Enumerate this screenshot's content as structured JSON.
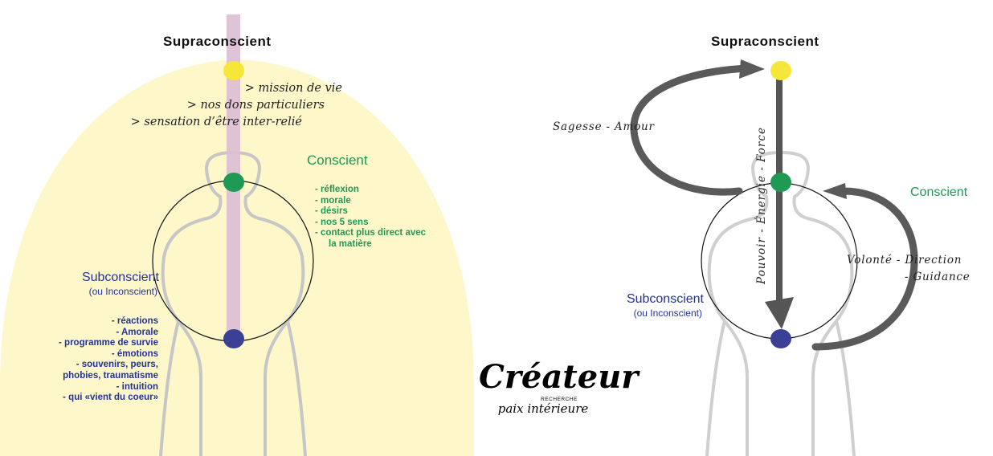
{
  "left": {
    "title": "Supraconscient",
    "supra_items": [
      "> mission de vie",
      "> nos dons particuliers",
      "> sensation d’être inter-relié"
    ],
    "conscient": {
      "label": "Conscient",
      "items": [
        "- réflexion",
        "- morale",
        "- désirs",
        "- nos 5 sens",
        "- contact plus direct avec",
        "la matière"
      ]
    },
    "subconscient": {
      "label": "Subconscient",
      "sublabel": "(ou Inconscient)",
      "items": [
        "- réactions",
        "- Amorale",
        "- programme de survie",
        "- émotions",
        "- souvenirs, peurs,",
        "phobies, traumatisme",
        "- intuition",
        "- qui «vient du coeur»"
      ]
    }
  },
  "logo": {
    "name": "Créateur",
    "small": "RECHERCHE",
    "tagline": "paix intérieure"
  },
  "right": {
    "title": "Supraconscient",
    "arrow_left": "Sagesse - Amour",
    "arrow_center": "Pouvoir - Énergie - Force",
    "arrow_right_1": "Volonté - Direction",
    "arrow_right_2": "- Guidance",
    "conscient_label": "Conscient",
    "subconscient_label": "Subconscient",
    "subconscient_sublabel": "(ou Inconscient)"
  },
  "colors": {
    "aura": "#fdf7c9",
    "beam": "#dcbcd3",
    "supra_dot": "#f7e63a",
    "conscient_dot": "#1f9a55",
    "subconscient_dot": "#3c3f96",
    "arrow": "#555555",
    "body_outline": "#c7c7c7"
  }
}
